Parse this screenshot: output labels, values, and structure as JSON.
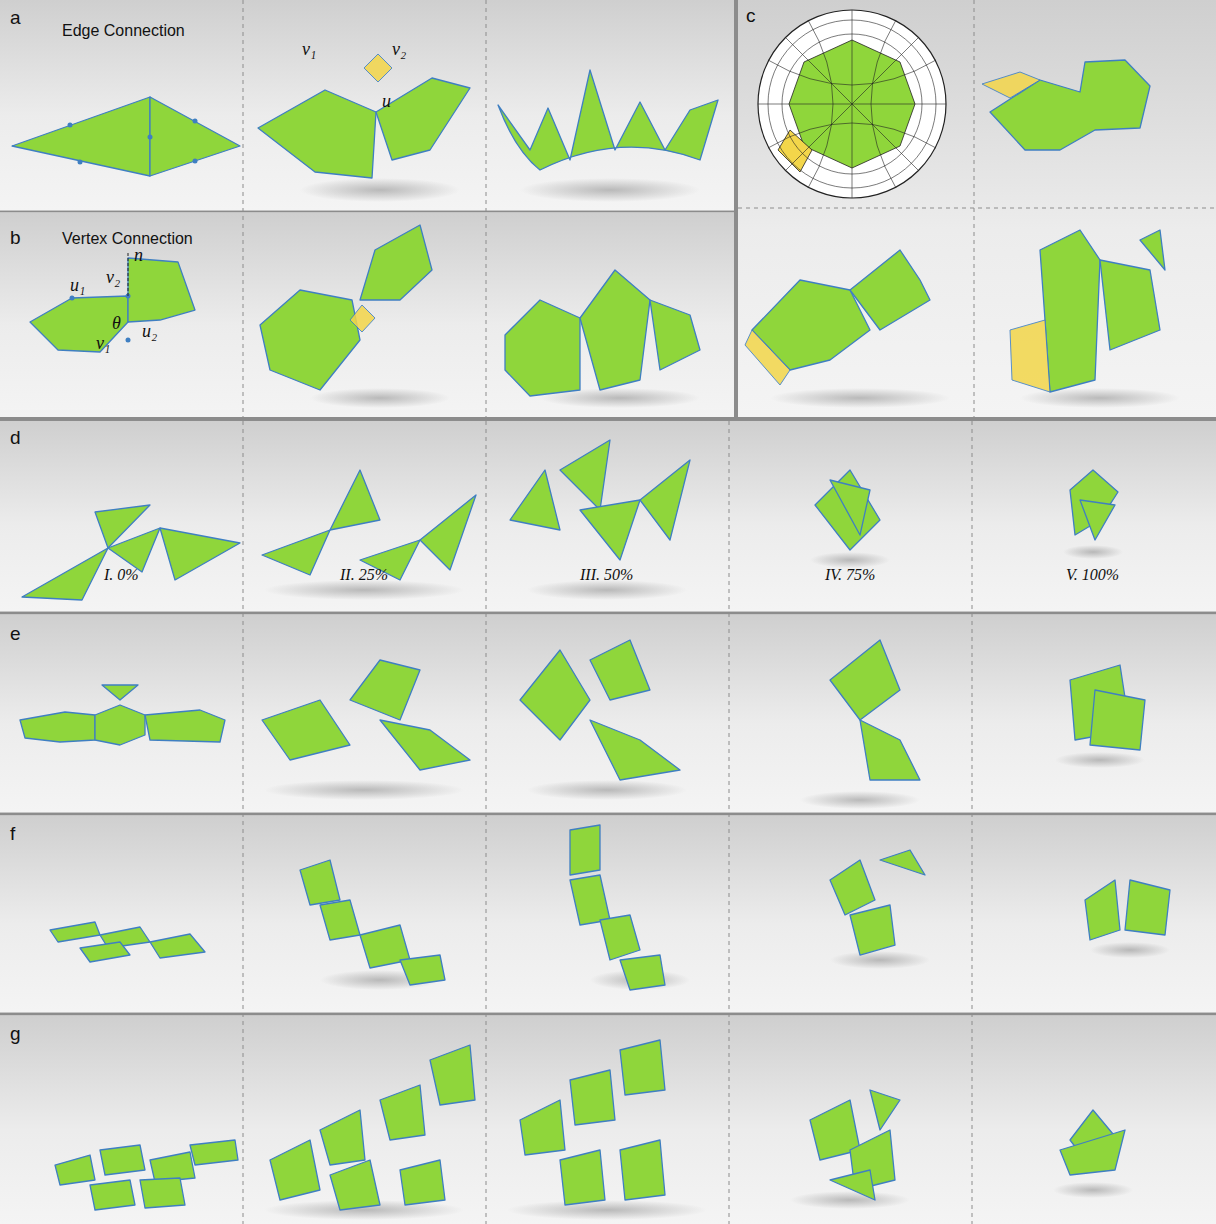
{
  "diagram": {
    "labels": [
      "a",
      "Edge Connection",
      "v₁",
      "v₂",
      "u",
      "b",
      "Vertex Connection",
      "n",
      "v₂",
      "u₁",
      "θ",
      "v₁",
      "u₂",
      "c",
      "d",
      "I. 0%",
      "II. 25%",
      "III. 50%",
      "IV. 75%",
      "V. 100%",
      "e",
      "f",
      "g"
    ]
  }
}
